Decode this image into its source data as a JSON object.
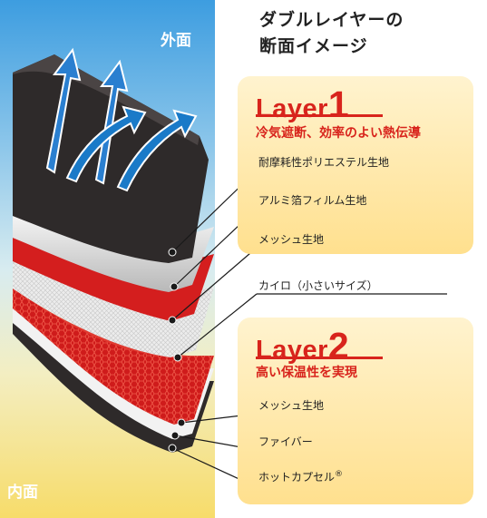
{
  "sides": {
    "outer": "外面",
    "inner": "内面"
  },
  "title": {
    "line1": "ダブルレイヤーの",
    "line2": "断面イメージ"
  },
  "layer1": {
    "word": "Layer",
    "number": "1",
    "subtitle": "冷気遮断、効率のよい熱伝導",
    "items": [
      "耐摩耗性ポリエステル生地",
      "アルミ箔フィルム生地",
      "メッシュ生地"
    ]
  },
  "middle_item": "カイロ（小さいサイズ）",
  "layer2": {
    "word": "Layer",
    "number": "2",
    "subtitle": "高い保温性を実現",
    "items": [
      "メッシュ生地",
      "ファイバー",
      "ホットカプセル"
    ],
    "registered_mark": "®"
  },
  "colors": {
    "accent_red": "#d8241c",
    "box_fill": "#ffe08e",
    "arrow_blue": "#2a7fd0",
    "fabric_dark": "#2e2a2a",
    "fabric_red": "#d41e1e"
  },
  "icons": [
    "up-arrow-icon",
    "diagonal-arrow-icon"
  ]
}
